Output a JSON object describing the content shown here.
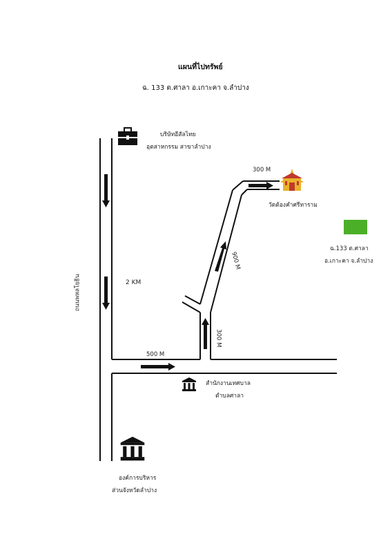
{
  "title": "แผนที่ไปทรัพย์",
  "subtitle": "ฉ. 133 ต.ศาลา อ.เกาะคา จ.ลำปาง",
  "places": {
    "company_line1": "บริษัทอีสัลไทย",
    "company_line2": "อุตสาหกรรม สาขาลำปาง",
    "temple": "วัดต้องคำศรีทาราม",
    "property_line1": "ฉ.133 ต.ศาลา",
    "property_line2": "อ.เกาะคา จ.ลำปาง",
    "municipal_line1": "สำนักงานเทศบาล",
    "municipal_line2": "ตำบลศาลา",
    "provincial_line1": "องค์การบริหาร",
    "provincial_line2": "ส่วนจังหวัดลำปาง"
  },
  "road_name": "ถนนพหลโยธิน",
  "distances": {
    "main_road": "2 KM",
    "to_junction": "500 M",
    "north_segment": "300 M",
    "diagonal_segment": "900 M",
    "to_temple": "300 M"
  },
  "icons": {
    "company": "briefcase-icon",
    "temple": "temple-icon",
    "municipal": "government-building-icon",
    "provincial": "government-building-icon"
  },
  "colors": {
    "property_marker": "#4caf28",
    "temple_gold": "#e9b22c",
    "temple_red": "#c0392b"
  }
}
